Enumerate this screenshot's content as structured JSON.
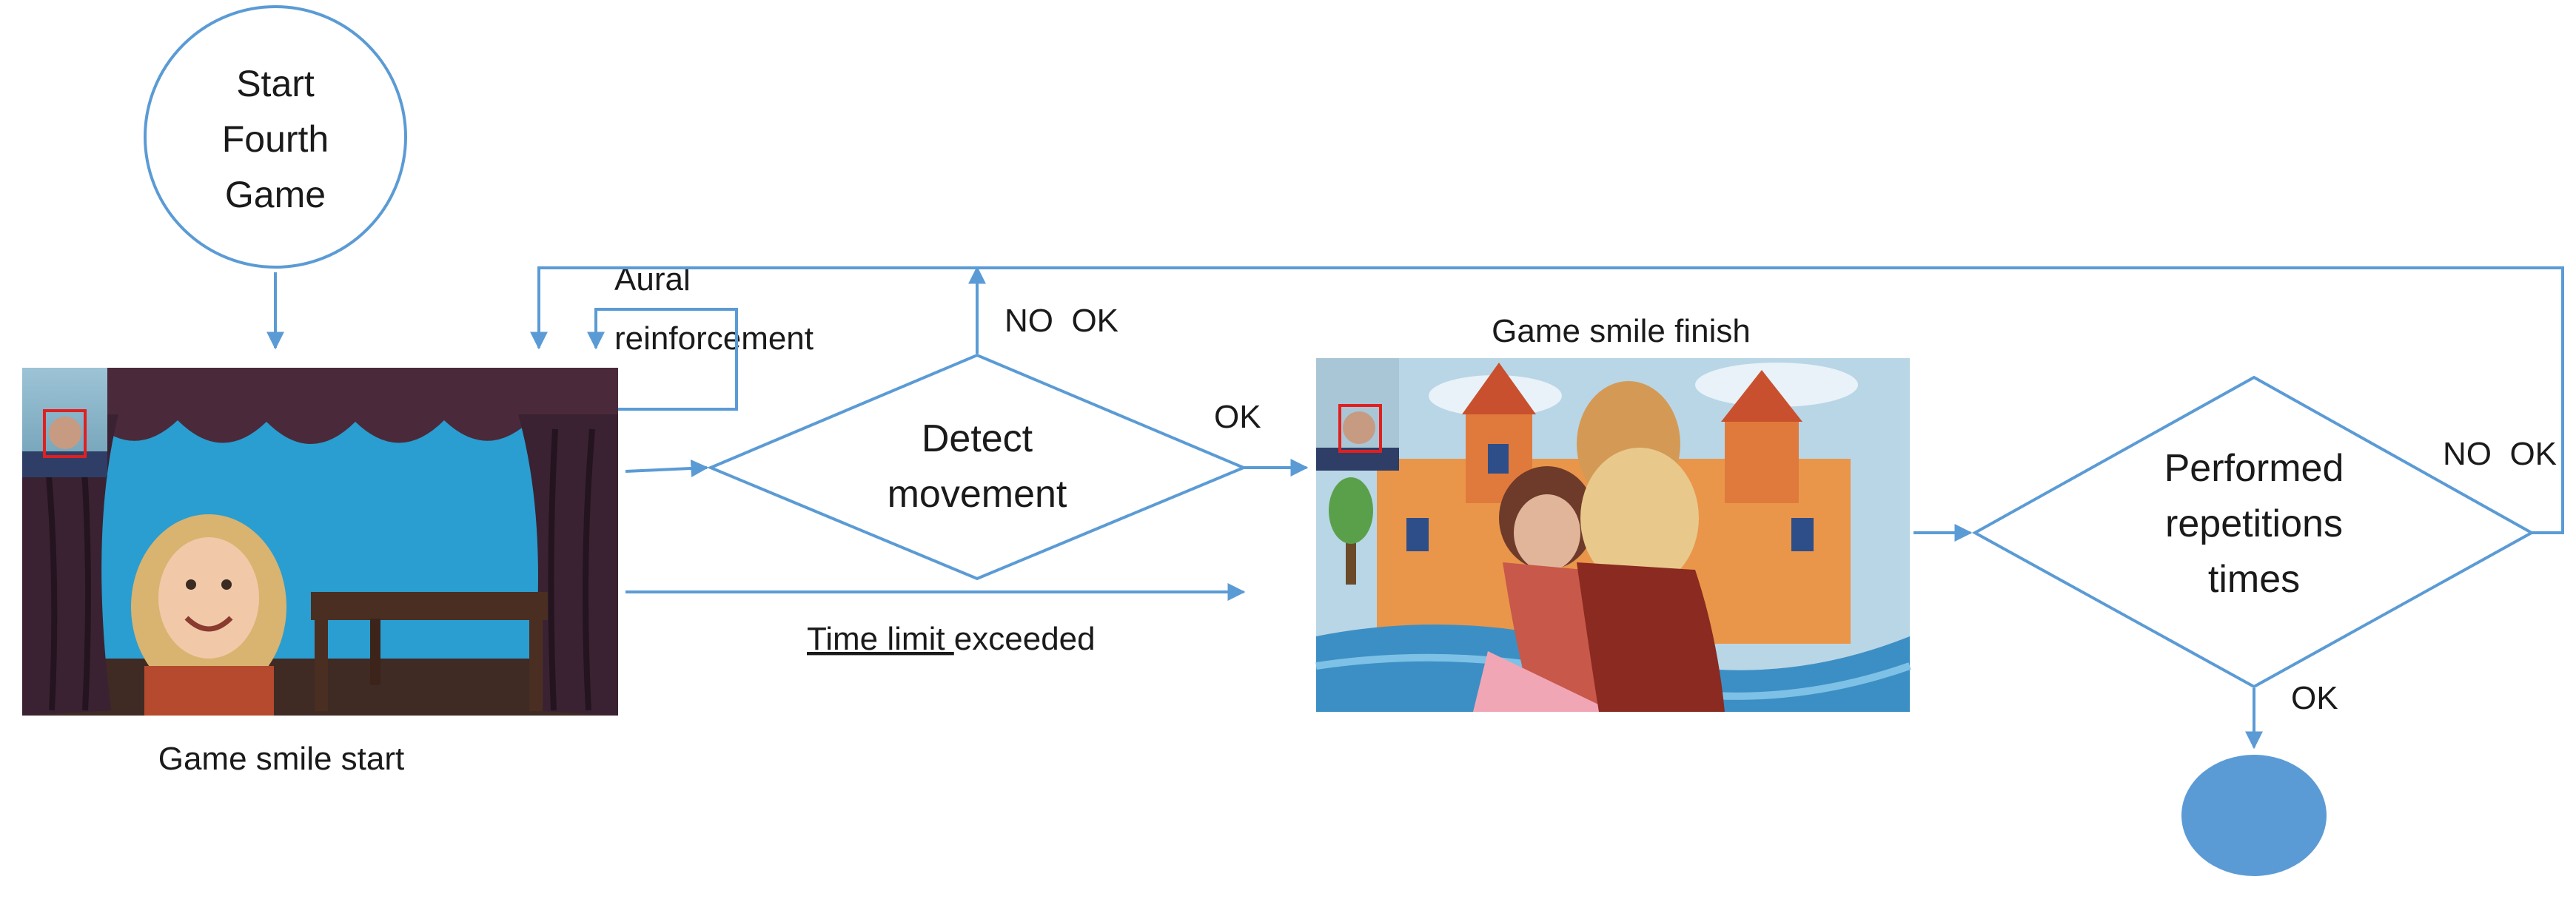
{
  "start_node": {
    "lines": [
      "Start",
      "Fourth",
      "Game"
    ]
  },
  "decision_detect": {
    "lines": [
      "Detect",
      "movement"
    ]
  },
  "decision_repetitions": {
    "lines": [
      "Performed",
      "repetitions",
      "times"
    ]
  },
  "labels": {
    "aural": [
      "Aural",
      "reinforcement"
    ],
    "no_ok_top": "NO  OK",
    "ok_right": "OK",
    "game_smile_finish": "Game smile finish",
    "time_limit_underlined": "Time limit ",
    "time_limit_rest": "exceeded",
    "game_smile_start": "Game smile start",
    "no_ok_right": "NO  OK",
    "ok_bottom": "OK"
  },
  "images": {
    "start_scene": "puppet theatre stage with smiling child face",
    "finish_scene": "children hugging in front of painted castle"
  },
  "colors": {
    "line": "#5b9bd5",
    "end_node": "#5b9bd5",
    "text": "#1a1a1a"
  }
}
